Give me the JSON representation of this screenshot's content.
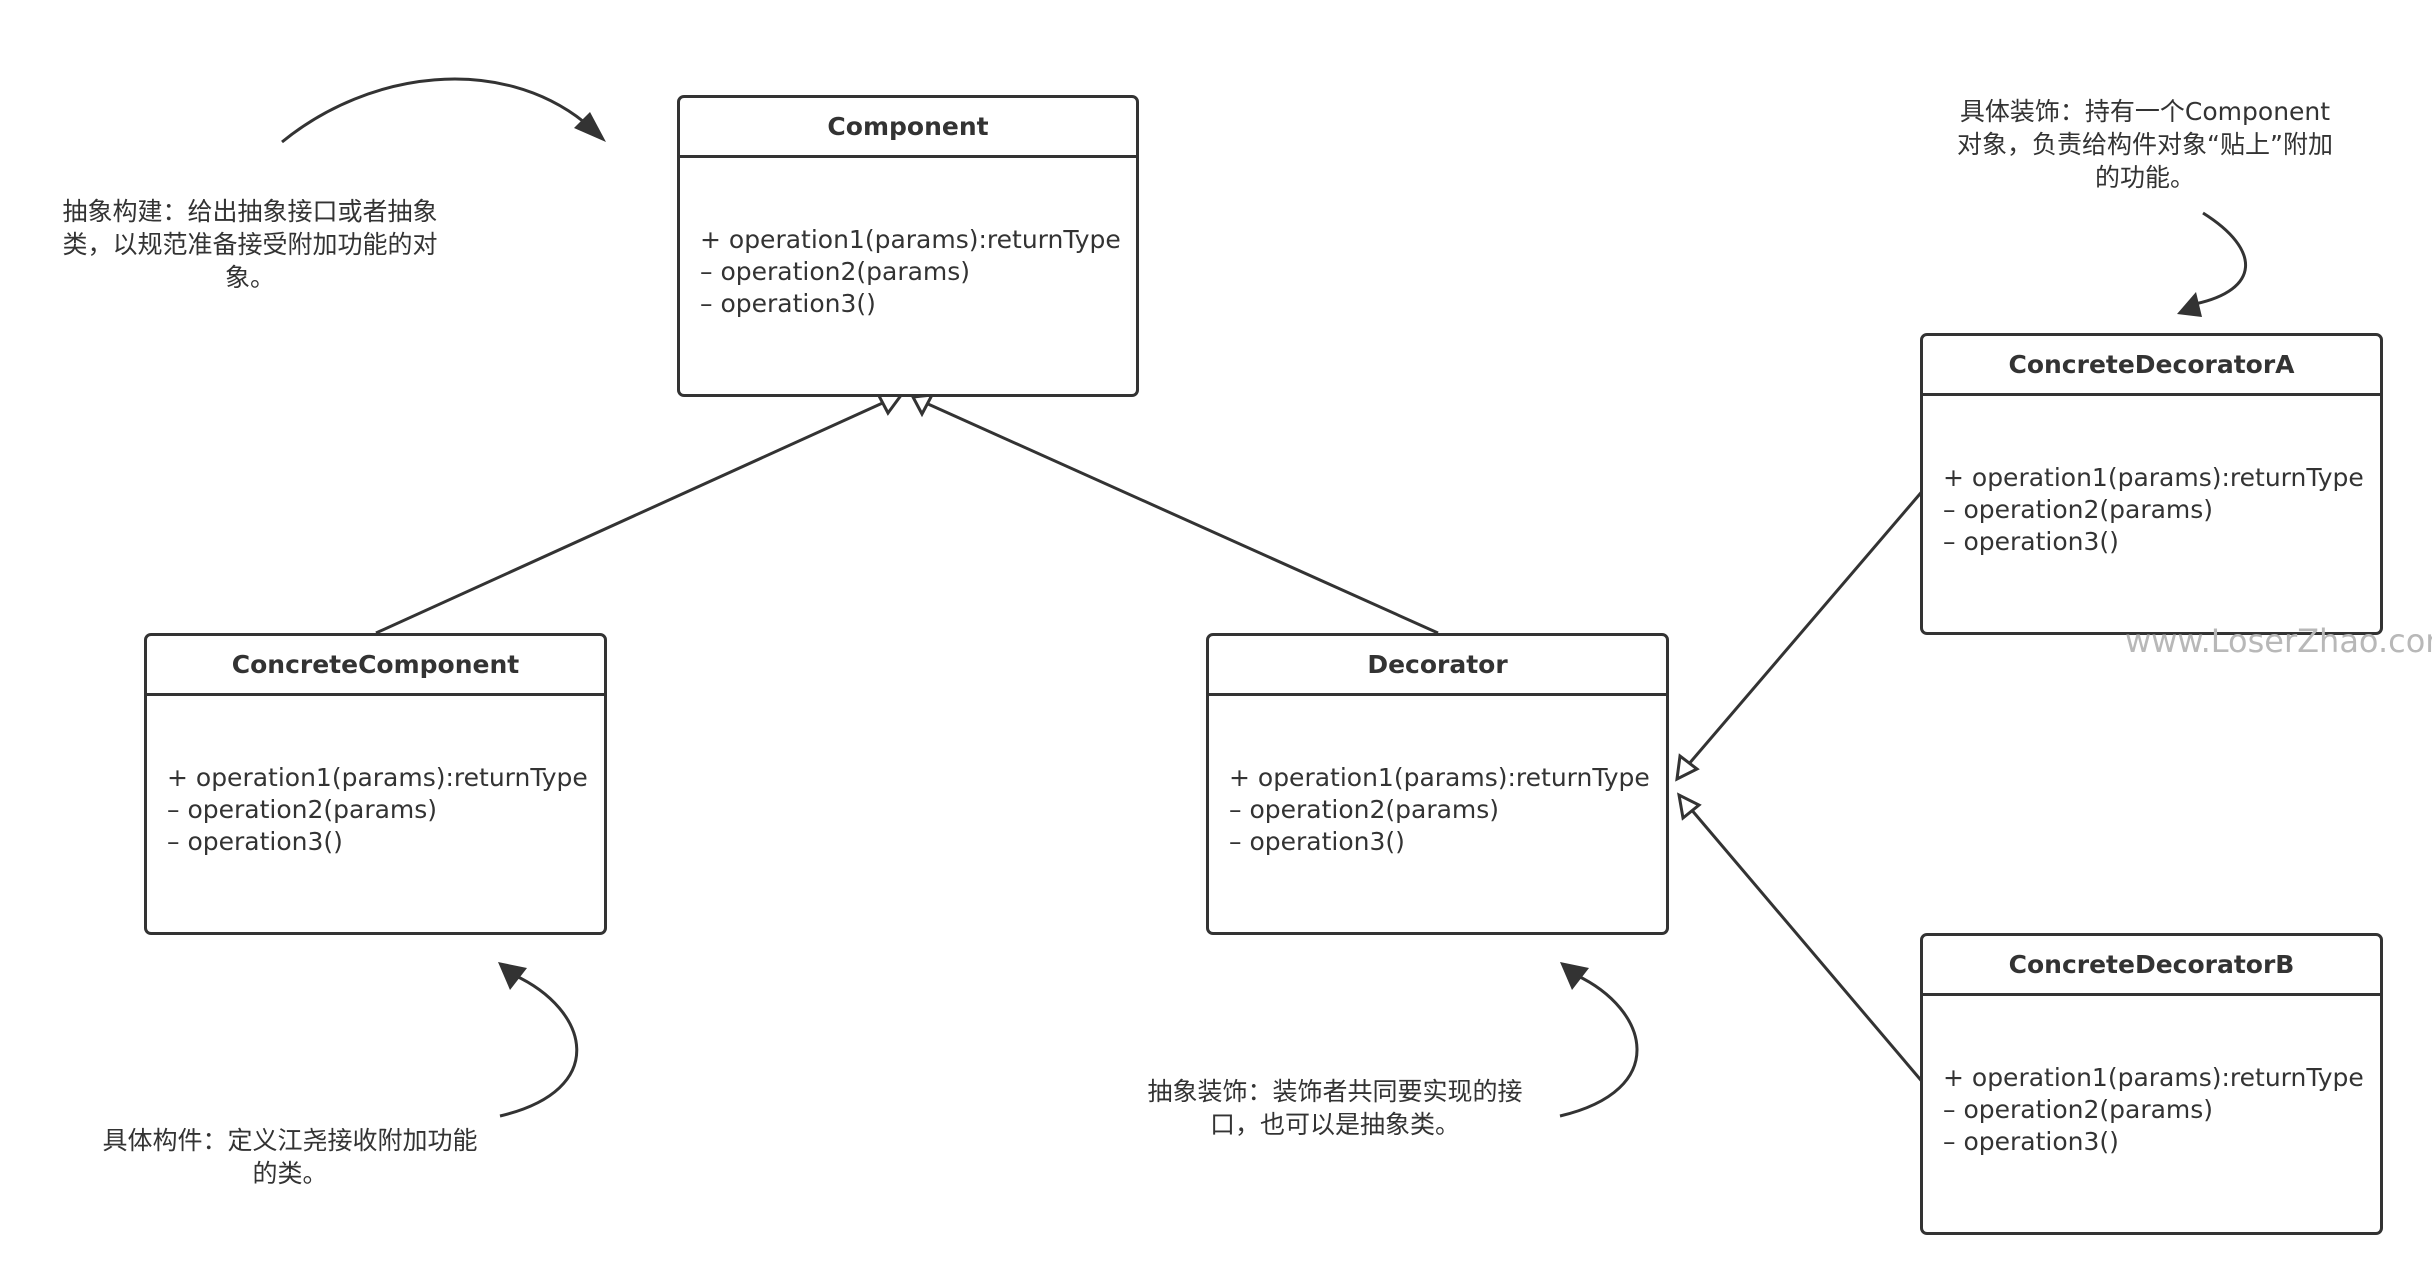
{
  "classes": {
    "component": {
      "name": "Component",
      "methods": [
        "+ operation1(params):returnType",
        "– operation2(params)",
        "– operation3()"
      ]
    },
    "concrete_component": {
      "name": "ConcreteComponent",
      "methods": [
        "+ operation1(params):returnType",
        "– operation2(params)",
        "– operation3()"
      ]
    },
    "decorator": {
      "name": "Decorator",
      "methods": [
        "+ operation1(params):returnType",
        "– operation2(params)",
        "– operation3()"
      ]
    },
    "concrete_decorator_a": {
      "name": "ConcreteDecoratorA",
      "methods": [
        "+ operation1(params):returnType",
        "– operation2(params)",
        "– operation3()"
      ]
    },
    "concrete_decorator_b": {
      "name": "ConcreteDecoratorB",
      "methods": [
        "+ operation1(params):returnType",
        "– operation2(params)",
        "– operation3()"
      ]
    }
  },
  "notes": {
    "component": {
      "lines": [
        "抽象构建：给出抽象接口或者抽象",
        "类，以规范准备接受附加功能的对",
        "象。"
      ]
    },
    "concrete_component": {
      "lines": [
        "具体构件：定义江尧接收附加功能",
        "的类。"
      ]
    },
    "decorator": {
      "lines": [
        "抽象装饰：装饰者共同要实现的接",
        "口，也可以是抽象类。"
      ]
    },
    "concrete_decorator": {
      "lines": [
        "具体装饰：持有一个Component",
        "对象，负责给构件对象“贴上”附加",
        "的功能。"
      ]
    }
  },
  "watermark": "www.LoserZhao.com",
  "colors": {
    "line": "#333333",
    "text": "#333333",
    "watermark": "#b8b8b8",
    "background": "#ffffff"
  }
}
